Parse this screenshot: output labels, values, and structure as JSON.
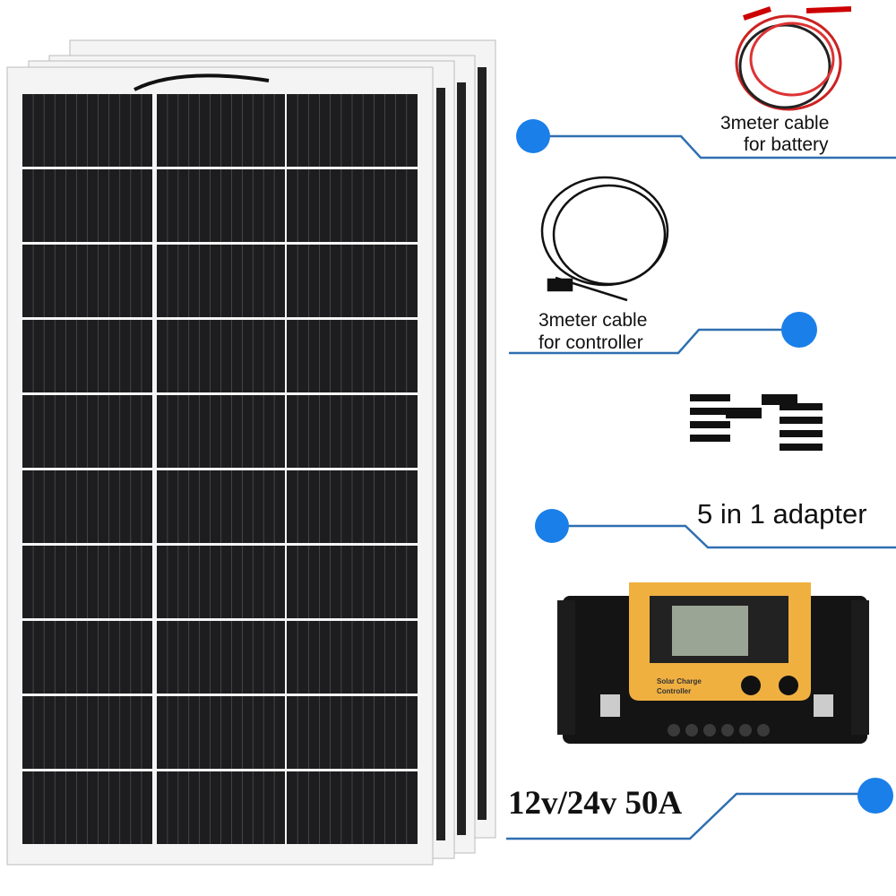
{
  "labels": {
    "battery_cable": [
      "3meter cable",
      "for battery"
    ],
    "controller_cable": [
      "3meter cable",
      "for controller"
    ],
    "adapter": "5 in 1 adapter",
    "controller_spec": "12v/24v 50A",
    "controller_face": [
      "Solar Charge",
      "Controller"
    ]
  },
  "colors": {
    "accent": "#1a7fe8",
    "line": "#2f6fb0",
    "panel_cell": "#1d1d1f",
    "controller_face": "#f0b040"
  },
  "panel_count": 4
}
